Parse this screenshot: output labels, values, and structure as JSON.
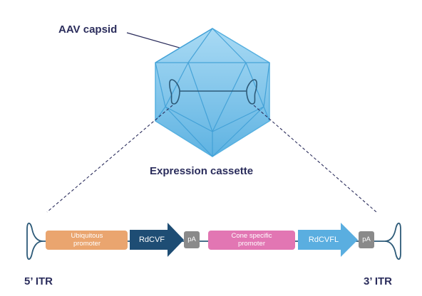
{
  "labels": {
    "capsid": "AAV capsid",
    "cassette": "Expression cassette",
    "itr5": "5’ ITR",
    "itr3": "3’ ITR"
  },
  "elements": {
    "promoter1": "Ubiquitous promoter",
    "gene1": "RdCVF",
    "pa1": "pA",
    "promoter2": "Cone specific promoter",
    "gene2": "RdCVFL",
    "pa2": "pA"
  },
  "colors": {
    "text_dark": "#2b2d5c",
    "capsid_fill": "#7cc4ea",
    "capsid_edge": "#3f9fd6",
    "dna_line": "#2d5a78",
    "ubiquitous_promoter": "#eaa56f",
    "rdcvf": "#1e4d74",
    "pa": "#8a8a8a",
    "cone_promoter": "#e276b3",
    "rdcvfl": "#5aaee0"
  }
}
